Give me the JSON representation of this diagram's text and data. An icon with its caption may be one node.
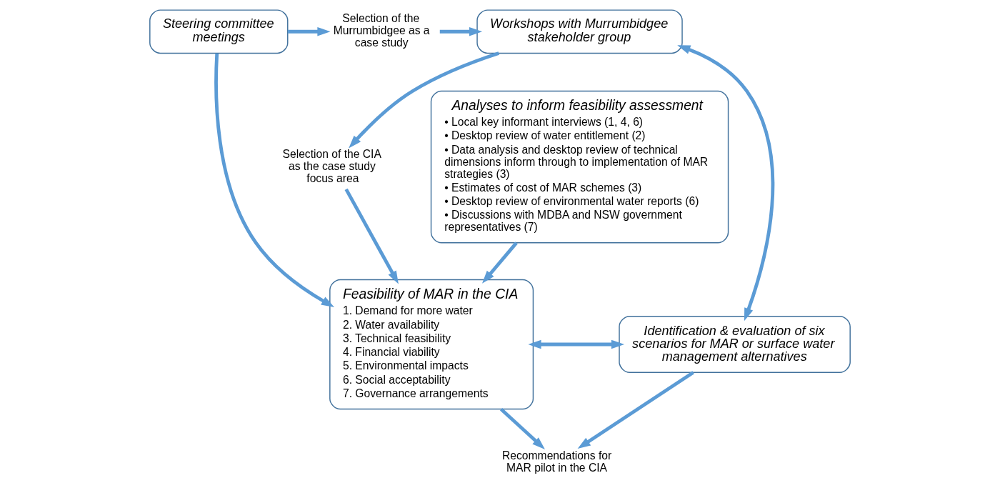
{
  "diagram": {
    "nodes": [
      {
        "text": [
          "Steering committee meetings"
        ]
      },
      {
        "text": [
          "Selection of the Murrumbidgee as a case study"
        ]
      },
      {
        "text": [
          "Workshops with Murrumbidgee stakeholder group"
        ]
      },
      {
        "text": [
          "Selection of the CIA as the case study focus area"
        ]
      },
      {
        "text": [
          "Analyses to inform feasibility assessment",
          "• Local key informant interviews (1, 4, 6)",
          "• Desktop review of water entitlement (2)",
          "• Data analysis and desktop review of technical dimensions inform through to implementation of MAR strategies (3)",
          "• Estimates of cost of MAR schemes (3)",
          "• Desktop review of environmental water reports (6)",
          "• Discussions with MDBA and NSW government representatives (7)"
        ]
      },
      {
        "text": [
          "Feasibility of MAR in the CIA",
          "1. Demand for more water",
          "2. Water availability",
          "3. Technical feasibility",
          "4. Financial viability",
          "5. Environmental impacts",
          "6. Social acceptability",
          "7. Governance arrangements"
        ]
      },
      {
        "text": [
          "Identification & evaluation of six scenarios for MAR or surface water management alternatives"
        ]
      },
      {
        "text": [
          "Recommendations for MAR pilot in the CIA"
        ]
      }
    ],
    "edges": [
      {
        "from": 0,
        "to": 1,
        "arrow": "to"
      },
      {
        "from": 1,
        "to": 2,
        "arrow": "to"
      },
      {
        "from": 2,
        "to": 3,
        "arrow": "to"
      },
      {
        "from": 0,
        "to": 5,
        "arrow": "to"
      },
      {
        "from": 3,
        "to": 5,
        "arrow": "to"
      },
      {
        "from": 2,
        "to": 6,
        "arrow": "both"
      },
      {
        "from": 4,
        "to": 5,
        "arrow": "to"
      },
      {
        "from": 5,
        "to": 6,
        "arrow": "both"
      },
      {
        "from": 6,
        "to": 7,
        "arrow": "to"
      },
      {
        "from": 5,
        "to": 7,
        "arrow": "to"
      }
    ]
  }
}
